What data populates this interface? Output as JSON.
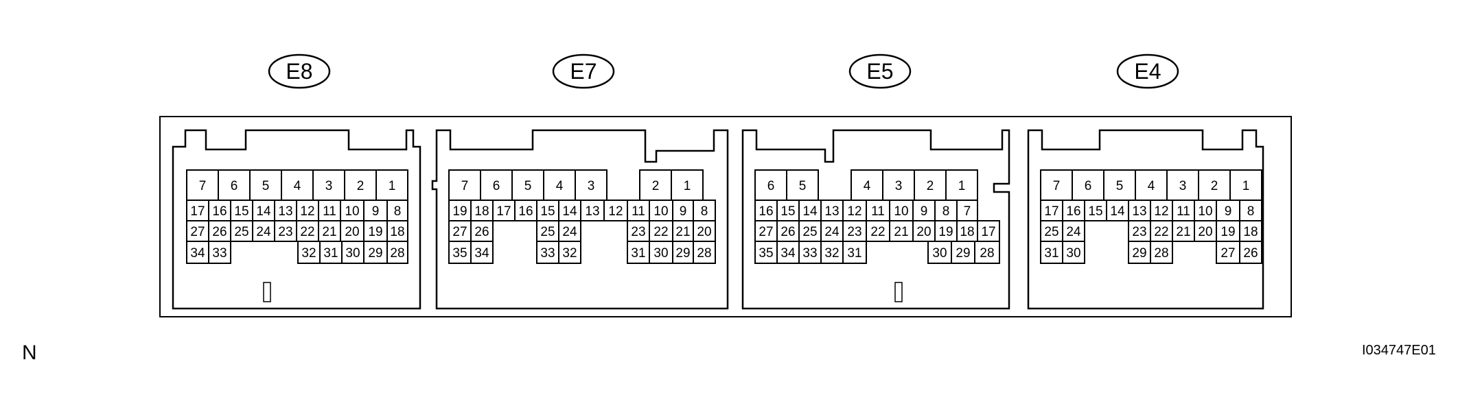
{
  "connectors": [
    {
      "id": "E8",
      "rows": [
        [
          "7",
          "6",
          "5",
          "4",
          "3",
          "2",
          "1"
        ],
        [
          "17",
          "16",
          "15",
          "14",
          "13",
          "12",
          "11",
          "10",
          "9",
          "8"
        ],
        [
          "27",
          "26",
          "25",
          "24",
          "23",
          "22",
          "21",
          "20",
          "19",
          "18"
        ],
        [
          "34",
          "33",
          "",
          "",
          "",
          "32",
          "31",
          "30",
          "29",
          "28"
        ]
      ]
    },
    {
      "id": "E7",
      "rows": [
        [
          "7",
          "6",
          "5",
          "4",
          "3",
          "",
          "2",
          "1"
        ],
        [
          "19",
          "18",
          "17",
          "16",
          "15",
          "14",
          "13",
          "12",
          "11",
          "10",
          "9",
          "8"
        ],
        [
          "27",
          "26",
          "",
          "",
          "25",
          "24",
          "",
          "",
          "23",
          "22",
          "21",
          "20"
        ],
        [
          "35",
          "34",
          "",
          "",
          "33",
          "32",
          "",
          "",
          "31",
          "30",
          "29",
          "28"
        ]
      ]
    },
    {
      "id": "E5",
      "rows": [
        [
          "6",
          "5",
          "",
          "4",
          "3",
          "2",
          "1"
        ],
        [
          "16",
          "15",
          "14",
          "13",
          "12",
          "11",
          "10",
          "9",
          "8",
          "7"
        ],
        [
          "27",
          "26",
          "25",
          "24",
          "23",
          "22",
          "21",
          "20",
          "19",
          "18",
          "17"
        ],
        [
          "35",
          "34",
          "33",
          "32",
          "31",
          "",
          "",
          "30",
          "29",
          "28"
        ]
      ]
    },
    {
      "id": "E4",
      "rows": [
        [
          "7",
          "6",
          "5",
          "4",
          "3",
          "2",
          "1"
        ],
        [
          "17",
          "16",
          "15",
          "14",
          "13",
          "12",
          "11",
          "10",
          "9",
          "8"
        ],
        [
          "25",
          "24",
          "",
          "",
          "23",
          "22",
          "21",
          "20",
          "19",
          "18"
        ],
        [
          "31",
          "30",
          "",
          "",
          "29",
          "28",
          "",
          "",
          "27",
          "26"
        ]
      ]
    }
  ],
  "footer": {
    "left": "N",
    "right": "I034747E01"
  },
  "colors": {
    "line": "#000000",
    "background": "#ffffff"
  }
}
